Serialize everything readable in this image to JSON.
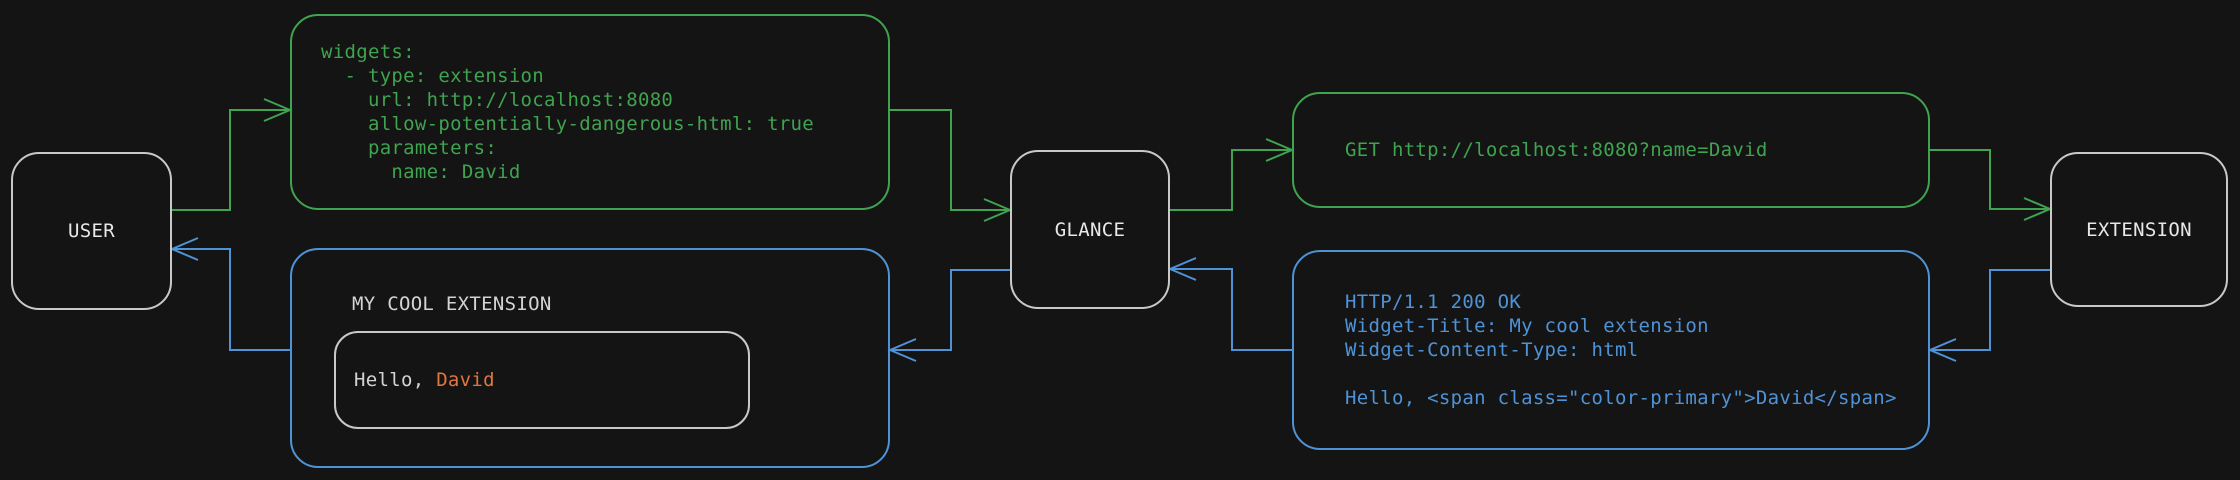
{
  "nodes": {
    "user": {
      "label": "USER"
    },
    "glance": {
      "label": "GLANCE"
    },
    "extension": {
      "label": "EXTENSION"
    }
  },
  "config_box": {
    "lines": [
      "widgets:",
      "  - type: extension",
      "    url: http://localhost:8080",
      "    allow-potentially-dangerous-html: true",
      "    parameters:",
      "      name: David"
    ]
  },
  "request_box": {
    "text": "GET http://localhost:8080?name=David"
  },
  "response_box": {
    "lines": [
      "HTTP/1.1 200 OK",
      "Widget-Title: My cool extension",
      "Widget-Content-Type: html",
      "",
      "Hello, <span class=\"color-primary\">David</span>"
    ]
  },
  "widget_box": {
    "title": "MY COOL EXTENSION",
    "greeting_prefix": "Hello, ",
    "greeting_name": "David"
  },
  "colors": {
    "background": "#141414",
    "green": "#3fa34f",
    "blue": "#4f93d6",
    "orange": "#e0763c",
    "node_border": "#c9c9c9",
    "node_text": "#e8e8e8",
    "muted_text": "#d4d4d4"
  }
}
